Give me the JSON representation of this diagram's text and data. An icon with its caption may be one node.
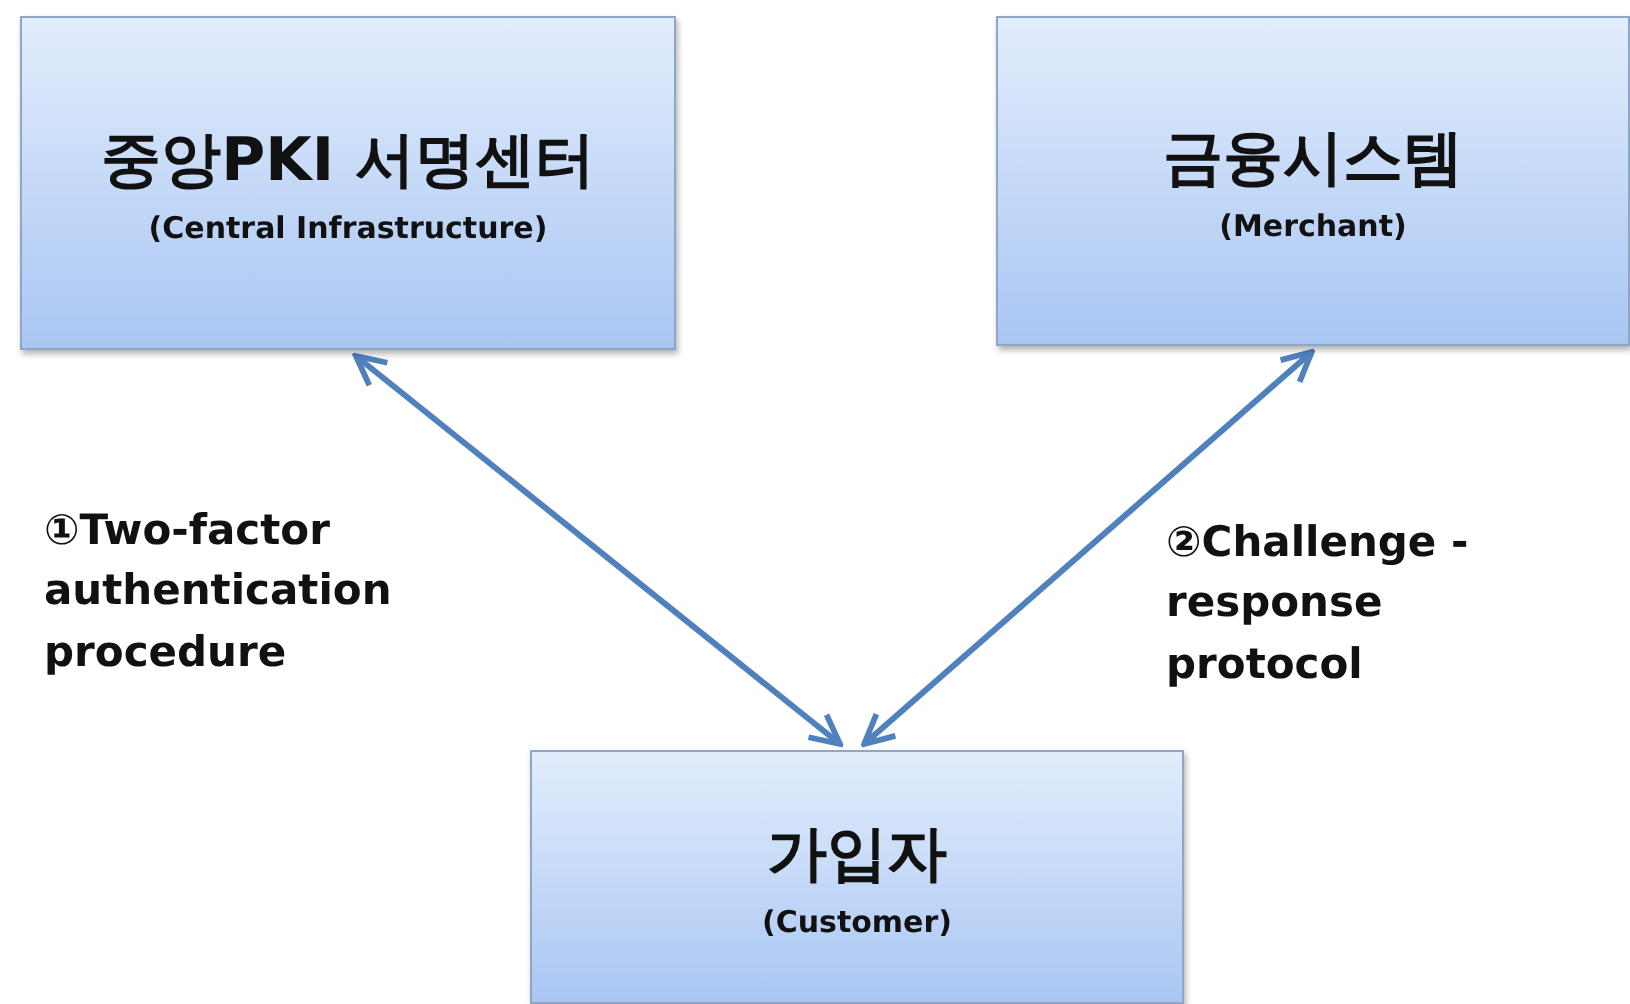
{
  "diagram": {
    "nodes": [
      {
        "text": [
          "중앙PKI 서명센터",
          "(Central Infrastructure)"
        ]
      },
      {
        "text": [
          "금융시스템",
          "(Merchant)"
        ]
      },
      {
        "text": [
          "가입자",
          "(Customer)"
        ]
      }
    ],
    "edges": [
      {
        "from": 0,
        "to": 2,
        "arrow": "both",
        "label": "①Two-factor authentication procedure"
      },
      {
        "from": 1,
        "to": 2,
        "arrow": "both",
        "label": "②Challenge - response protocol"
      }
    ]
  }
}
